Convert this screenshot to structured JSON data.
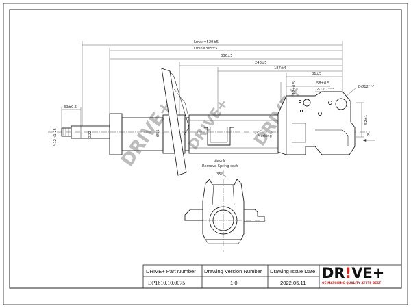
{
  "watermark": "DRIVE+",
  "dimensions": {
    "lmax": "Lmax=529±5",
    "lmin": "Lmin=365±5",
    "d336": "336±5",
    "d243": "243±5",
    "d187": "187±4",
    "d81": "81±5",
    "d58": "58±0.5",
    "d12": "12±0.5",
    "hole2x12": "2-12.7⁺⁰·²",
    "hole2x12b": "2-Ø12⁺⁰·²",
    "d39": "39±0.5",
    "thread": "M12×1.25",
    "rod": "Ø22",
    "body": "Ø51",
    "d52": "52±1",
    "marking": "Marking",
    "k_letter": "K",
    "view_k": "View K",
    "remove_seat": "Remove Spring seat",
    "d35": "35°"
  },
  "title_block": {
    "headers": [
      "DRIVE+ Part Number",
      "Drawing Version  Number",
      "Drawing Issue Date"
    ],
    "values": [
      "DP1610.10.0075",
      "1.0",
      "2022.05.11"
    ]
  },
  "logo": {
    "text": "DR!VE+",
    "tagline": "OE MATCHING QUALITY AT ITS BEST",
    "accent": "#e2231a"
  }
}
